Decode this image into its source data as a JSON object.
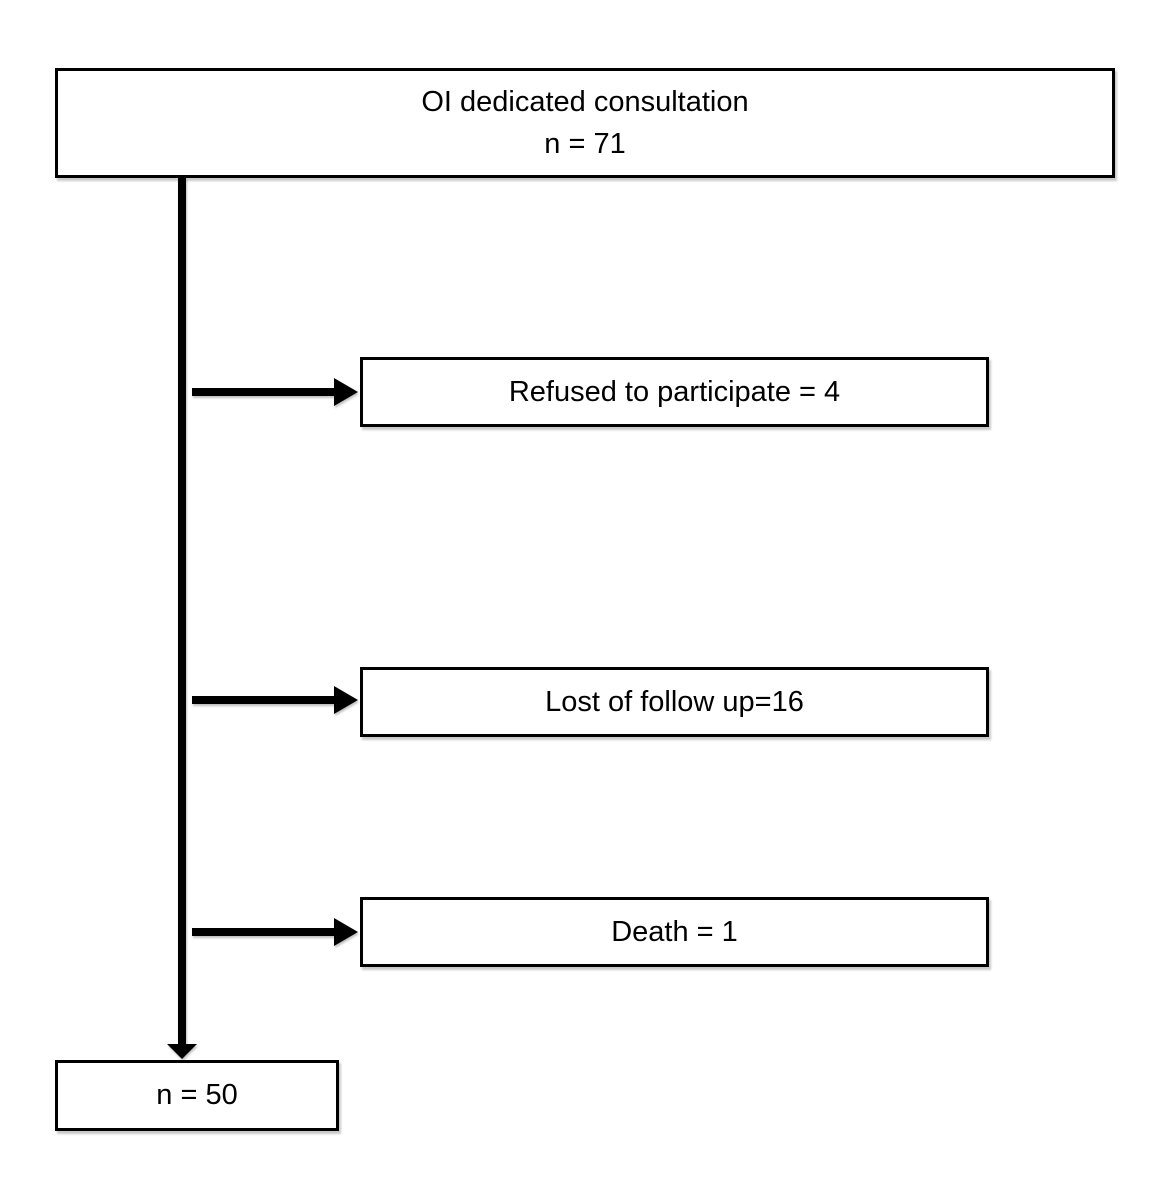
{
  "diagram": {
    "type": "flowchart",
    "description": "Participant flow diagram",
    "colors": {
      "background": "#ffffff",
      "box_fill": "#ffffff",
      "box_border": "#000000",
      "arrow": "#000000",
      "text": "#000000"
    },
    "top_node": {
      "line1": "OI dedicated consultation",
      "line2": "n = 71"
    },
    "exclusions": [
      {
        "label": "Refused to participate = 4"
      },
      {
        "label": "Lost of follow up=16"
      },
      {
        "label": "Death = 1"
      }
    ],
    "bottom_node": {
      "label": "n = 50"
    }
  }
}
